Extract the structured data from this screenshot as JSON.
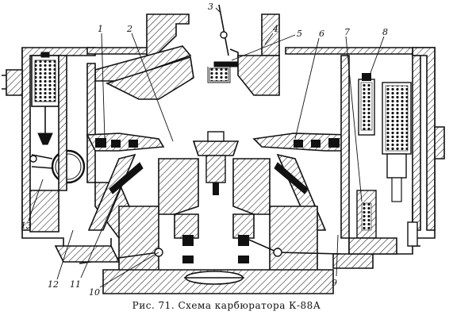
{
  "caption": "Рис. 71. Схема  карбюратора  К-88А",
  "labels": {
    "l1": "1",
    "l2": "2",
    "l3": "3",
    "l4": "4",
    "l5": "5",
    "l6": "6",
    "l7": "7",
    "l8": "8",
    "l9": "9",
    "l10": "10",
    "l11": "11",
    "l12": "12",
    "l13": "13"
  }
}
